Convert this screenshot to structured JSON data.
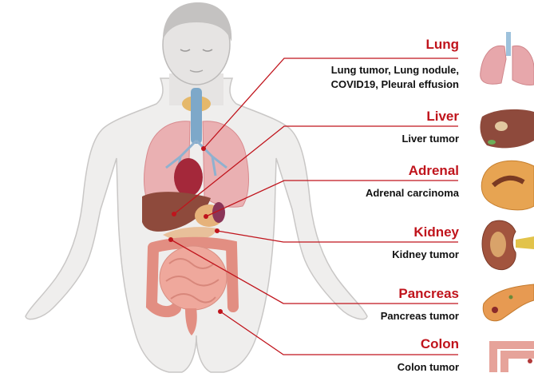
{
  "colors": {
    "accent_red": "#c0141c",
    "skin": "#efeeed",
    "skin_outline": "#c9c7c6",
    "organ_pink": "#e9a3a5",
    "liver_brown": "#8e4a3c",
    "intestine_pink": "#e79a8e"
  },
  "organs": [
    {
      "key": "lung",
      "title": "Lung",
      "icon": "lungs-icon",
      "description_lines": [
        "Lung tumor, Lung nodule,",
        "COVID19, Pleural effusion"
      ]
    },
    {
      "key": "liver",
      "title": "Liver",
      "icon": "liver-icon",
      "description_lines": [
        "Liver tumor"
      ]
    },
    {
      "key": "adrenal",
      "title": "Adrenal",
      "icon": "adrenal-gland-icon",
      "description_lines": [
        "Adrenal carcinoma"
      ]
    },
    {
      "key": "kidney",
      "title": "Kidney",
      "icon": "kidney-icon",
      "description_lines": [
        "Kidney tumor"
      ]
    },
    {
      "key": "pancreas",
      "title": "Pancreas",
      "icon": "pancreas-icon",
      "description_lines": [
        "Pancreas tumor"
      ]
    },
    {
      "key": "colon",
      "title": "Colon",
      "icon": "colon-icon",
      "description_lines": [
        "Colon tumor"
      ]
    }
  ]
}
